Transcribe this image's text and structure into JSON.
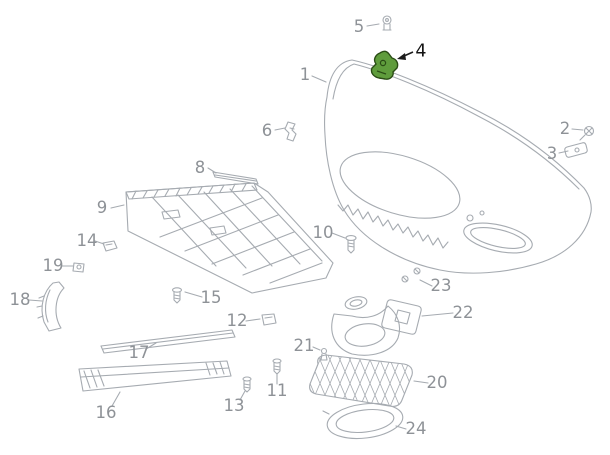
{
  "diagram": {
    "kind": "exploded-parts-diagram",
    "colors": {
      "line_color": "#a6abb1",
      "label_color": "#8e9297",
      "highlight_label_color": "#141414",
      "highlight_fill": "#5f9c3c",
      "highlight_stroke": "#2a4c15",
      "arrow_color": "#1c1c1c"
    },
    "highlighted_callout": "4",
    "callouts": [
      {
        "id": "1",
        "label": "1",
        "highlighted": false
      },
      {
        "id": "2",
        "label": "2",
        "highlighted": false
      },
      {
        "id": "3",
        "label": "3",
        "highlighted": false
      },
      {
        "id": "4",
        "label": "4",
        "highlighted": true
      },
      {
        "id": "5",
        "label": "5",
        "highlighted": false
      },
      {
        "id": "6",
        "label": "6",
        "highlighted": false
      },
      {
        "id": "8",
        "label": "8",
        "highlighted": false
      },
      {
        "id": "9",
        "label": "9",
        "highlighted": false
      },
      {
        "id": "10",
        "label": "10",
        "highlighted": false
      },
      {
        "id": "11",
        "label": "11",
        "highlighted": false
      },
      {
        "id": "12",
        "label": "12",
        "highlighted": false
      },
      {
        "id": "13",
        "label": "13",
        "highlighted": false
      },
      {
        "id": "14",
        "label": "14",
        "highlighted": false
      },
      {
        "id": "15",
        "label": "15",
        "highlighted": false
      },
      {
        "id": "16",
        "label": "16",
        "highlighted": false
      },
      {
        "id": "17",
        "label": "17",
        "highlighted": false
      },
      {
        "id": "18",
        "label": "18",
        "highlighted": false
      },
      {
        "id": "19",
        "label": "19",
        "highlighted": false
      },
      {
        "id": "20",
        "label": "20",
        "highlighted": false
      },
      {
        "id": "21",
        "label": "21",
        "highlighted": false
      },
      {
        "id": "22",
        "label": "22",
        "highlighted": false
      },
      {
        "id": "23",
        "label": "23",
        "highlighted": false
      },
      {
        "id": "24",
        "label": "24",
        "highlighted": false
      }
    ]
  }
}
